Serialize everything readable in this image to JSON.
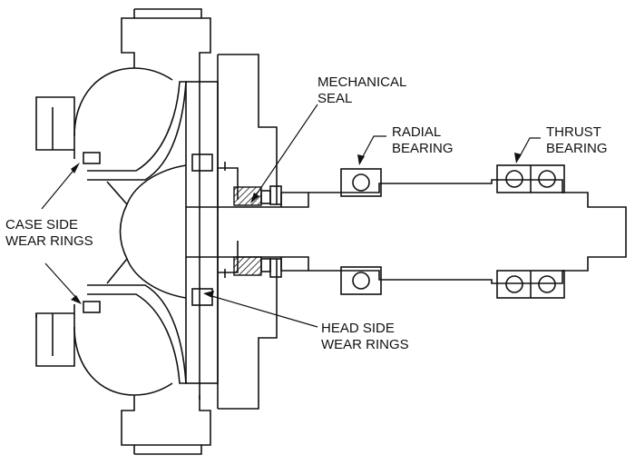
{
  "labels": {
    "mechanical_seal_1": "MECHANICAL",
    "mechanical_seal_2": "SEAL",
    "radial_bearing_1": "RADIAL",
    "radial_bearing_2": "BEARING",
    "thrust_bearing_1": "THRUST",
    "thrust_bearing_2": "BEARING",
    "case_side_1": "CASE SIDE",
    "case_side_2": "WEAR RINGS",
    "head_side_1": "HEAD SIDE",
    "head_side_2": "WEAR RINGS"
  }
}
